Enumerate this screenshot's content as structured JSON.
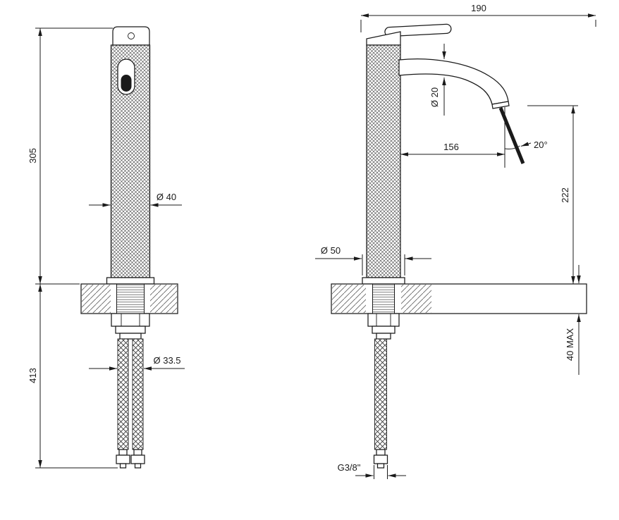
{
  "page": {
    "background": "#ffffff",
    "line_color": "#1a1a1a"
  },
  "front_view": {
    "dims": {
      "height_above_deck": "305",
      "height_below_deck": "413",
      "body_diameter": "Ø 40",
      "hose_diameter": "Ø 33.5"
    }
  },
  "side_view": {
    "dims": {
      "overall_depth": "190",
      "spout_tube_diameter": "Ø 20",
      "spout_reach": "156",
      "stream_angle": "20°",
      "spout_height_above_deck": "222",
      "base_diameter": "Ø 50",
      "max_deck_thickness": "40 MAX",
      "hose_connection_thread": "G3/8\""
    }
  }
}
